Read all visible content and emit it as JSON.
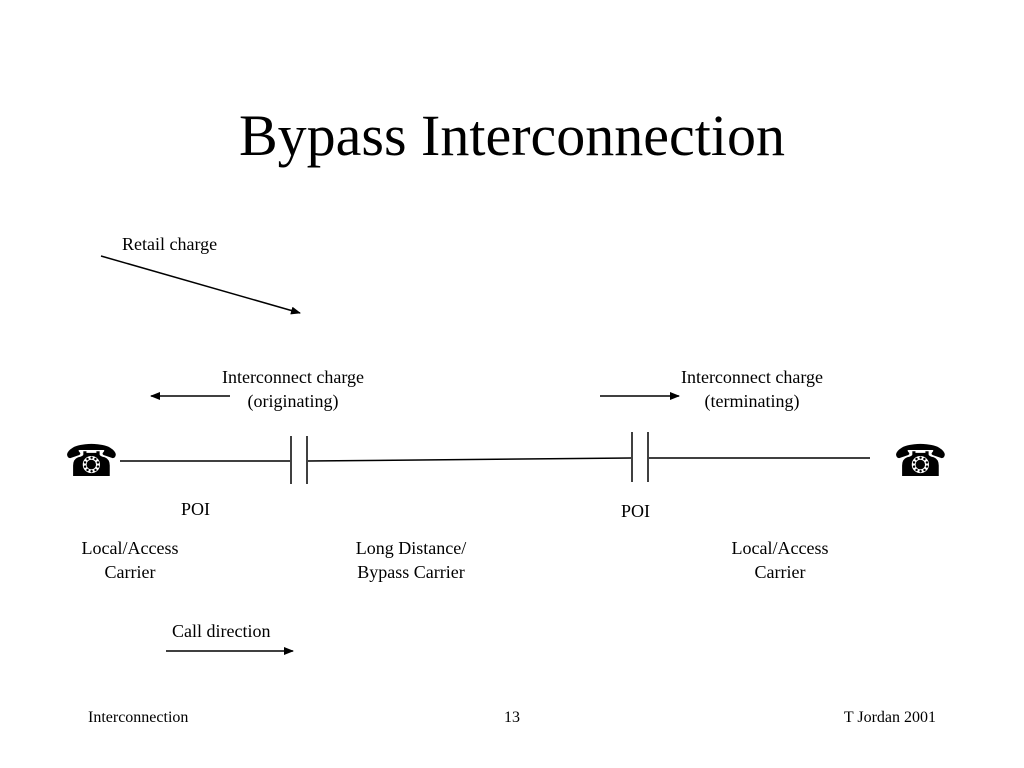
{
  "slide": {
    "title": "Bypass Interconnection"
  },
  "diagram": {
    "retail_charge": "Retail charge",
    "interconnect_originating": {
      "line1": "Interconnect charge",
      "line2": "(originating)"
    },
    "interconnect_terminating": {
      "line1": "Interconnect charge",
      "line2": "(terminating)"
    },
    "poi_left": "POI",
    "poi_right": "POI",
    "carriers": [
      {
        "line1": "Local/Access",
        "line2": "Carrier"
      },
      {
        "line1": "Long Distance/",
        "line2": "Bypass Carrier"
      },
      {
        "line1": "Local/Access",
        "line2": "Carrier"
      }
    ],
    "call_direction": "Call direction",
    "phone_left_icon": "telephone-icon",
    "phone_right_icon": "telephone-icon",
    "phone_glyph": "☎"
  },
  "footer": {
    "left": "Interconnection",
    "center": "13",
    "right": "T Jordan 2001"
  }
}
